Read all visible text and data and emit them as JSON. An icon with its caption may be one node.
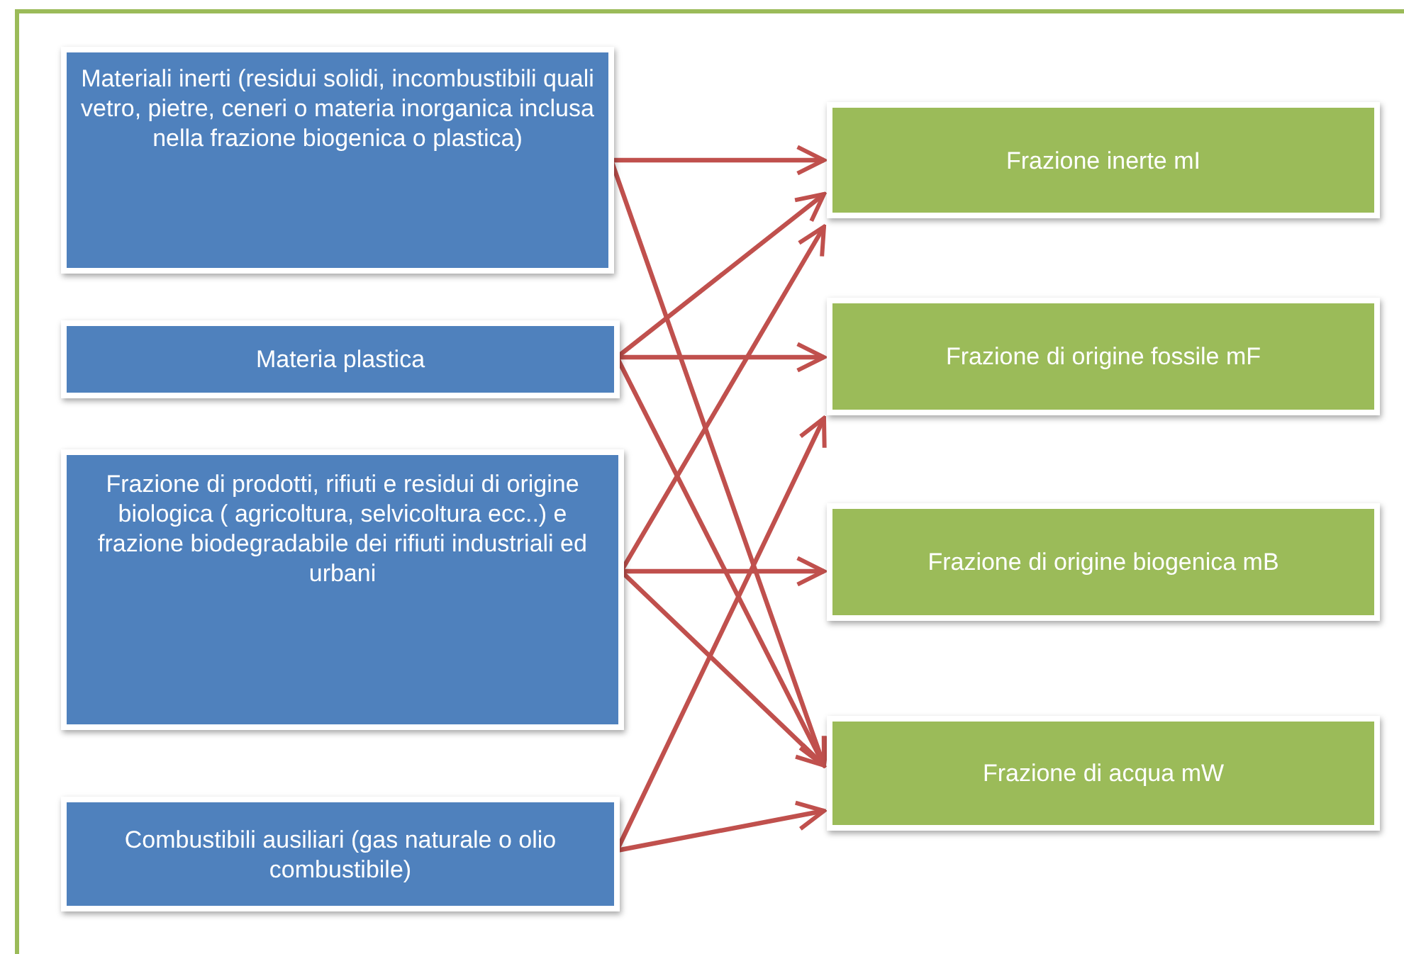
{
  "diagram": {
    "nodes": [
      {
        "text": [
          "Materiali inerti (residui solidi, incombustibili quali vetro, pietre, ceneri o materia inorganica inclusa nella frazione biogenica o plastica)"
        ]
      },
      {
        "text": [
          "Materia plastica"
        ]
      },
      {
        "text": [
          "Frazione di prodotti, rifiuti e residui di origine biologica ( agricoltura, selvicoltura ecc..) e frazione biodegradabile dei rifiuti industriali ed urbani"
        ]
      },
      {
        "text": [
          "Combustibili ausiliari (gas naturale o olio combustibile)"
        ]
      },
      {
        "text": [
          "Frazione inerte mI"
        ]
      },
      {
        "text": [
          "Frazione di origine fossile mF"
        ]
      },
      {
        "text": [
          "Frazione di origine biogenica mB"
        ]
      },
      {
        "text": [
          "Frazione di acqua mW"
        ]
      }
    ],
    "edges": [
      {
        "from": 0,
        "to": 4,
        "arrow": "to"
      },
      {
        "from": 0,
        "to": 7,
        "arrow": "to"
      },
      {
        "from": 1,
        "to": 4,
        "arrow": "to"
      },
      {
        "from": 1,
        "to": 5,
        "arrow": "to"
      },
      {
        "from": 1,
        "to": 7,
        "arrow": "to"
      },
      {
        "from": 2,
        "to": 4,
        "arrow": "to"
      },
      {
        "from": 2,
        "to": 6,
        "arrow": "to"
      },
      {
        "from": 2,
        "to": 7,
        "arrow": "to"
      },
      {
        "from": 3,
        "to": 5,
        "arrow": "to"
      },
      {
        "from": 3,
        "to": 7,
        "arrow": "to"
      }
    ]
  }
}
